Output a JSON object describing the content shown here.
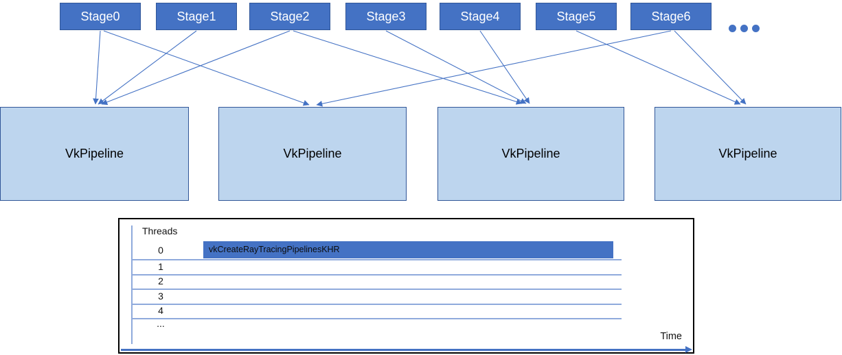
{
  "diagram": {
    "stages": [
      {
        "label": "Stage0"
      },
      {
        "label": "Stage1"
      },
      {
        "label": "Stage2"
      },
      {
        "label": "Stage3"
      },
      {
        "label": "Stage4"
      },
      {
        "label": "Stage5"
      },
      {
        "label": "Stage6"
      }
    ],
    "more_stages_ellipsis": "...",
    "pipelines": [
      {
        "label": "VkPipeline"
      },
      {
        "label": "VkPipeline"
      },
      {
        "label": "VkPipeline"
      },
      {
        "label": "VkPipeline"
      }
    ],
    "edges": [
      {
        "from_stage": 0,
        "to_pipeline": 0
      },
      {
        "from_stage": 0,
        "to_pipeline": 1
      },
      {
        "from_stage": 1,
        "to_pipeline": 0
      },
      {
        "from_stage": 2,
        "to_pipeline": 0
      },
      {
        "from_stage": 2,
        "to_pipeline": 2
      },
      {
        "from_stage": 3,
        "to_pipeline": 2
      },
      {
        "from_stage": 4,
        "to_pipeline": 2
      },
      {
        "from_stage": 5,
        "to_pipeline": 3
      },
      {
        "from_stage": 6,
        "to_pipeline": 1
      },
      {
        "from_stage": 6,
        "to_pipeline": 3
      }
    ],
    "colors": {
      "stage_fill": "#4472C4",
      "stage_border": "#2F5597",
      "pipeline_fill": "#BDD5EE",
      "pipeline_border": "#2F5597",
      "connector": "#4472C4"
    }
  },
  "timeline": {
    "title_label": "Threads",
    "thread_labels": [
      "0",
      "1",
      "2",
      "3",
      "4",
      "..."
    ],
    "bars": [
      {
        "thread": "0",
        "label": "vkCreateRayTracingPipelinesKHR"
      }
    ],
    "x_axis_label": "Time",
    "colors": {
      "bar_fill": "#4472C4",
      "grid_line": "#8FAADC",
      "axis_arrow": "#4472C4",
      "frame_border": "#000000"
    }
  }
}
